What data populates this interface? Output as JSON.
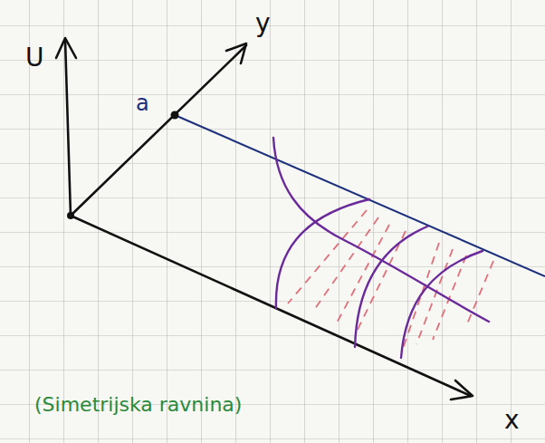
{
  "diagram": {
    "labels": [
      "U",
      "y",
      "a",
      "x",
      "(Simetrijska ravnina)"
    ]
  }
}
